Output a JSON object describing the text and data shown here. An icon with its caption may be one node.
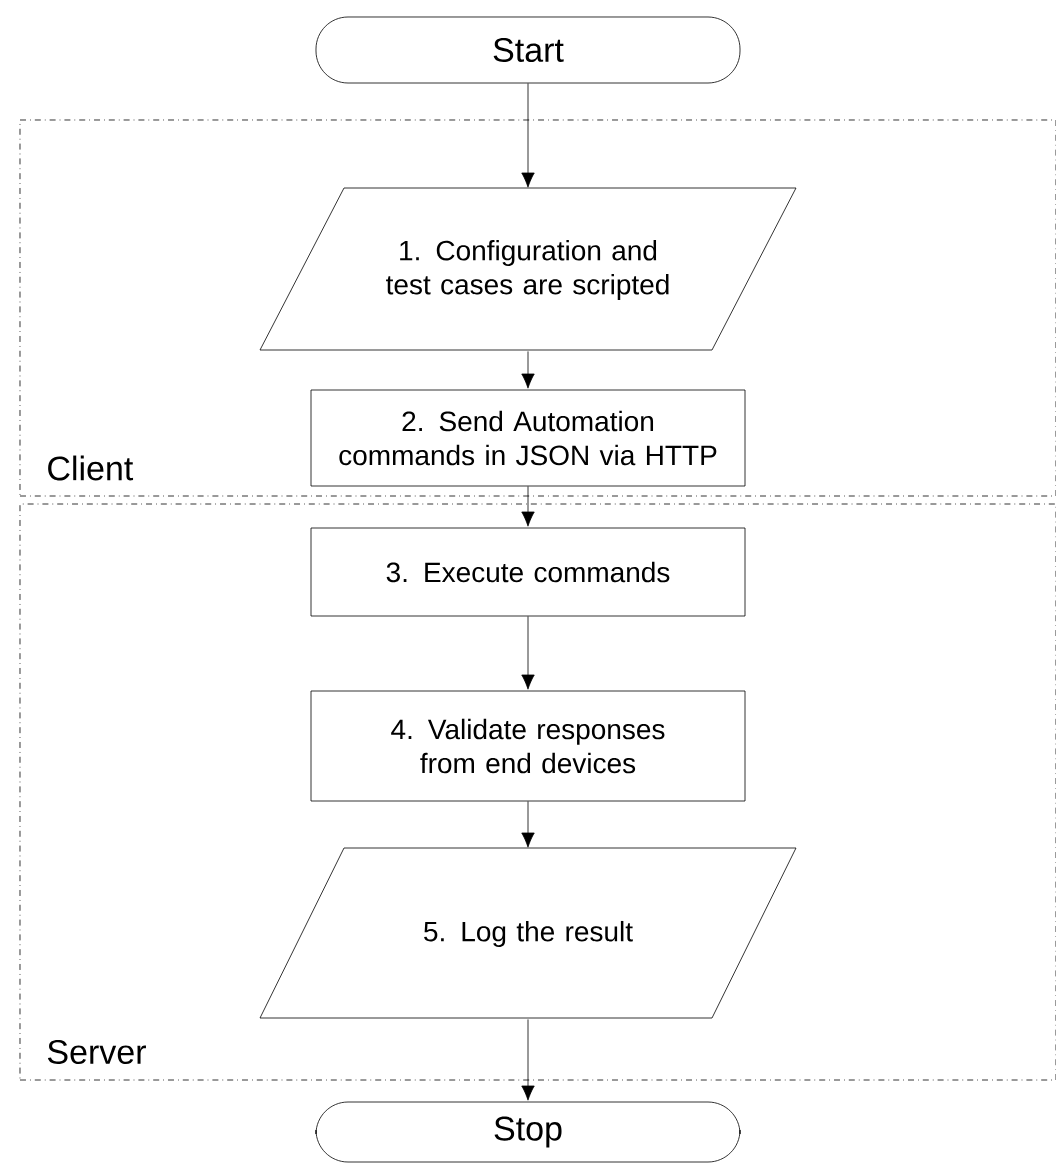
{
  "diagram": {
    "nodes": [
      {
        "text": [
          "Start"
        ]
      },
      {
        "text": [
          "Client"
        ]
      },
      {
        "text": [
          "1. Configuration and test cases are scripted"
        ],
        "in": 1
      },
      {
        "text": [
          "2. Send Automation commands in JSON via HTTP"
        ],
        "in": 1
      },
      {
        "text": [
          "Server"
        ]
      },
      {
        "text": [
          "3. Execute commands"
        ],
        "in": 4
      },
      {
        "text": [
          "4. Validate responses from end devices"
        ],
        "in": 4
      },
      {
        "text": [
          "5. Log the result"
        ],
        "in": 4
      },
      {
        "text": [
          "Stop"
        ]
      }
    ],
    "edges": [
      {
        "from": 0,
        "to": 2,
        "arrow": "to"
      },
      {
        "from": 2,
        "to": 3,
        "arrow": "to"
      },
      {
        "from": 3,
        "to": 5,
        "arrow": "to"
      },
      {
        "from": 5,
        "to": 6,
        "arrow": "to"
      },
      {
        "from": 6,
        "to": 7,
        "arrow": "to"
      },
      {
        "from": 7,
        "to": 8,
        "arrow": "to"
      }
    ]
  }
}
